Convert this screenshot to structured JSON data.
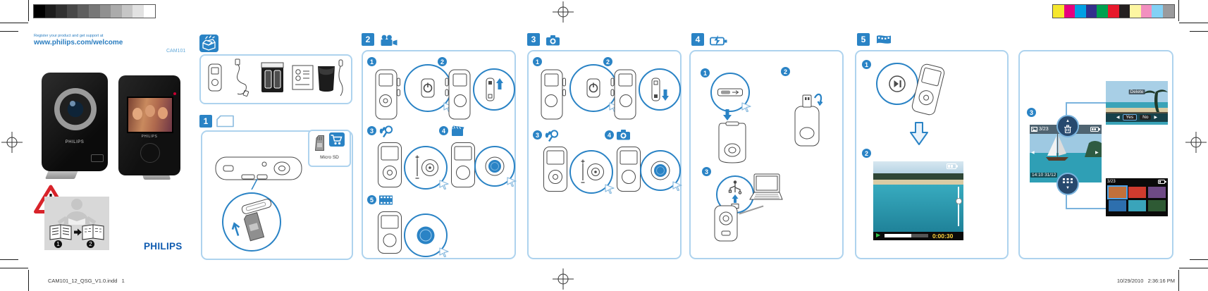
{
  "colors": {
    "philips_blue": "#0f5bb0",
    "accent_blue": "#2a83c5",
    "panel_border": "#aed3ee",
    "warning_red": "#d8232a",
    "sea_teal": "#2f9fb5",
    "time_yellow": "#ffd43c"
  },
  "calibration": {
    "grayscale": [
      "#000000",
      "#1c1c1c",
      "#303030",
      "#474747",
      "#5e5e5e",
      "#777777",
      "#909090",
      "#ababab",
      "#c6c6c6",
      "#e2e2e2",
      "#ffffff"
    ],
    "colors": [
      "#f6e72e",
      "#e6007e",
      "#00a0e4",
      "#33308c",
      "#00a150",
      "#e8192c",
      "#231f20",
      "#fdf6a2",
      "#f290bf",
      "#82d1f5",
      "#9a9a9c"
    ]
  },
  "header": {
    "register_line": "Register your product and get support at",
    "website": "www.philips.com/welcome",
    "model": "CAM101"
  },
  "brand": {
    "wordmark": "PHILIPS"
  },
  "warning": {
    "exclamation": "!",
    "book1_num": "1",
    "book2_num": "2"
  },
  "sections": {
    "step1": {
      "num": "1",
      "microsd_label": "Micro SD"
    },
    "step2": {
      "num": "2",
      "s1": "1",
      "s2": "2",
      "s3": "3",
      "s4": "4",
      "s5": "5"
    },
    "step3": {
      "num": "3",
      "s1": "1",
      "s2": "2",
      "s3": "3",
      "s4": "4"
    },
    "step4": {
      "num": "4",
      "s1": "1",
      "s2": "2",
      "s3": "3"
    },
    "step5": {
      "num": "5",
      "s1": "1",
      "s2": "2",
      "time": "0:00:30"
    },
    "options": {
      "s3": "3",
      "counter": "3/23",
      "timestamp": "14:10 31/12",
      "delete_label": "Delete",
      "yes": "Yes",
      "no": "No",
      "thumb_counter": "3/23",
      "thumbnails": [
        "#c2703a",
        "#cf3b2e",
        "#6e4a86",
        "#2d6fae",
        "#3aa4ba",
        "#2e5a34"
      ]
    }
  },
  "glyphs": {
    "prev": "◀",
    "next": "▶",
    "up": "▲",
    "down": "▼",
    "play": "▶"
  },
  "footer": {
    "left": "CAM101_12_QSG_V1.0.indd   1",
    "right": "10/29/2010   2:36:16 PM"
  }
}
